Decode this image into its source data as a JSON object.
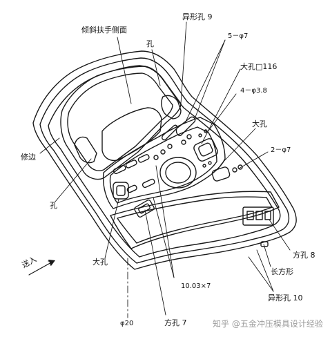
{
  "labels": {
    "inclined_armrest_side": "倾斜扶手侧面",
    "irregular_hole_9": "异形孔 9",
    "hole_top": "孔",
    "hole_5_phi7": "5－φ7",
    "large_hole_square_116": "大孔□116",
    "hole_4_phi38": "4－φ3.8",
    "large_hole_right": "大孔",
    "trim_edge": "修边",
    "hole_2_phi7": "2－φ7",
    "hole_left": "孔",
    "feed_in": "送入",
    "large_hole_bottom": "大孔",
    "square_hole_8": "方孔 8",
    "rectangular": "长方形",
    "dim_1003x7": "10.03×7",
    "irregular_hole_10": "异形孔 10",
    "phi20": "φ20",
    "square_hole_7": "方孔 7"
  },
  "watermark": "知乎 @五金冲压模具设计经验"
}
